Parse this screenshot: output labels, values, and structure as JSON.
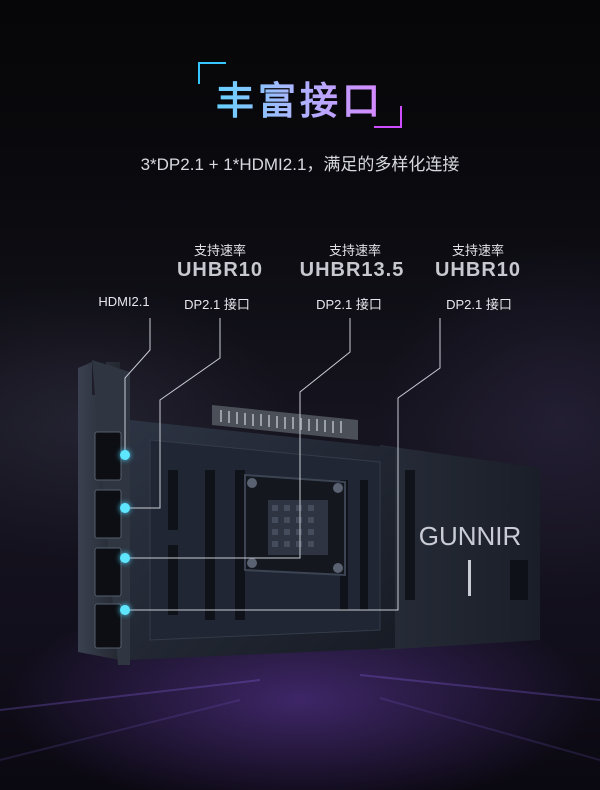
{
  "section_title": "丰富接口",
  "subtitle": "3*DP2.1 + 1*HDMI2.1，满足的多样化连接",
  "speeds": [
    {
      "label": "支持速率",
      "value": "UHBR10"
    },
    {
      "label": "支持速率",
      "value": "UHBR13.5"
    },
    {
      "label": "支持速率",
      "value": "UHBR10"
    }
  ],
  "ports": [
    {
      "label": "HDMI2.1"
    },
    {
      "label": "DP2.1 接口"
    },
    {
      "label": "DP2.1 接口"
    },
    {
      "label": "DP2.1 接口"
    }
  ],
  "brand_logo_text": "GUNNIR",
  "colors": {
    "accent_cyan": "#35c6ff",
    "accent_magenta": "#d04cff",
    "dot": "#5fe6ff",
    "background": "#08080c"
  }
}
